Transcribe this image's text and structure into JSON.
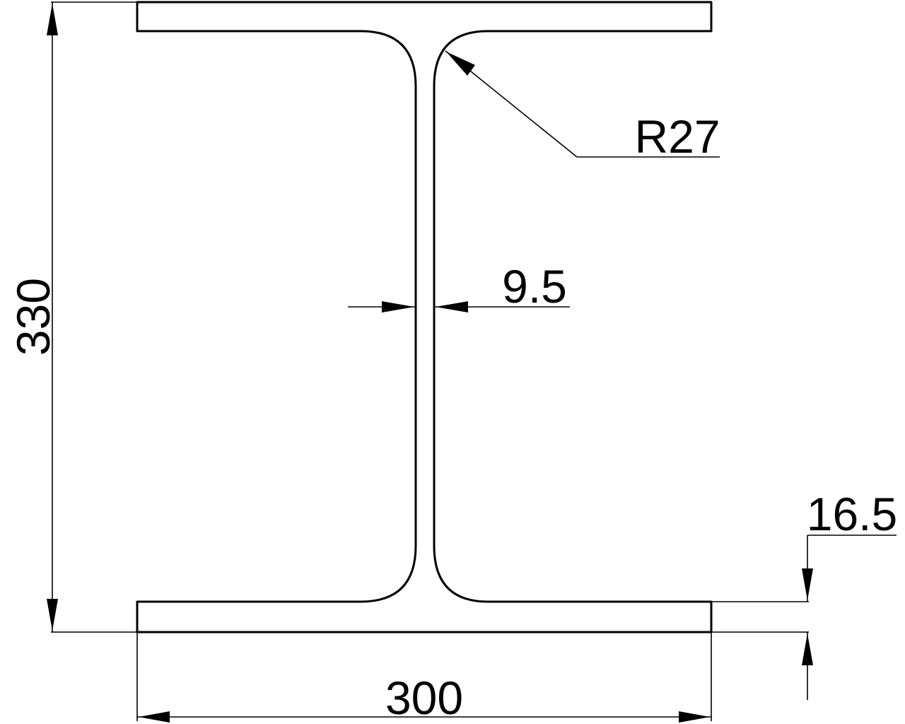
{
  "drawing": {
    "subject": "I-beam cross-section",
    "line_color": "#000000",
    "background": "#ffffff"
  },
  "dimensions": {
    "height": "330",
    "width": "300",
    "web_thickness": "9.5",
    "flange_thickness": "16.5",
    "fillet_radius": "R27"
  }
}
